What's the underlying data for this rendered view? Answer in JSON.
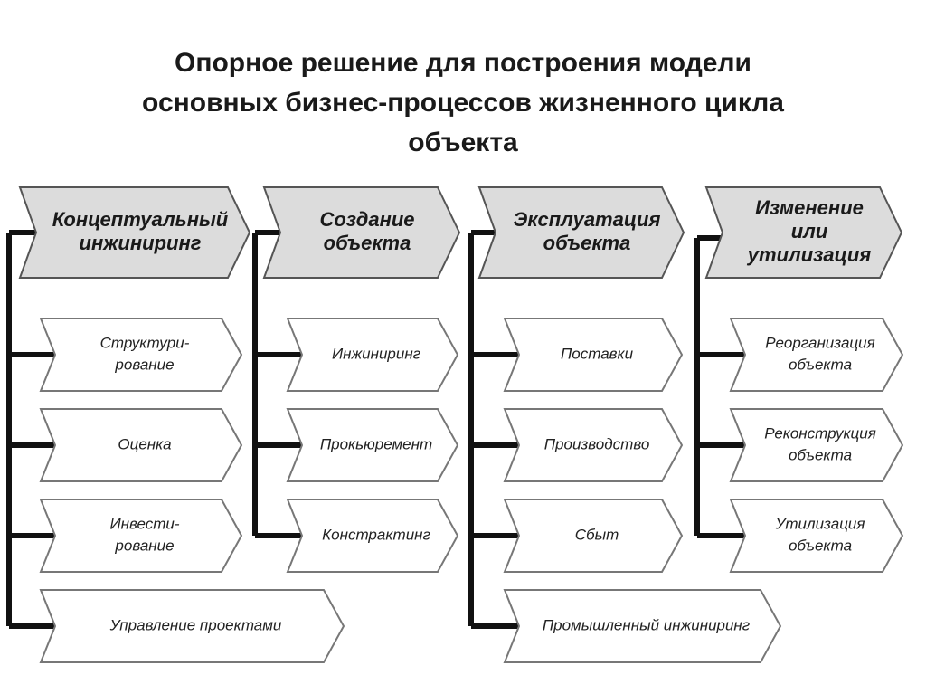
{
  "title": {
    "line1": "Опорное решение для построения модели",
    "line2": "основных бизнес-процессов жизненного цикла",
    "line3": "объекта"
  },
  "colors": {
    "header_fill": "#dcdcdc",
    "header_stroke": "#555555",
    "item_fill": "#ffffff",
    "item_stroke": "#777777",
    "connector": "#111111"
  },
  "columns": [
    {
      "header": [
        "Концептуальный",
        "инжиниринг"
      ],
      "items": [
        [
          "Структури-",
          "рование"
        ],
        [
          "Оценка"
        ],
        [
          "Инвести-",
          "рование"
        ],
        [
          "Управление проектами"
        ]
      ]
    },
    {
      "header": [
        "Создание",
        "объекта"
      ],
      "items": [
        [
          "Инжиниринг"
        ],
        [
          "Прокьюремент"
        ],
        [
          "Констрактинг"
        ]
      ]
    },
    {
      "header": [
        "Эксплуатация",
        "объекта"
      ],
      "items": [
        [
          "Поставки"
        ],
        [
          "Производство"
        ],
        [
          "Сбыт"
        ],
        [
          "Промышленный инжиниринг"
        ]
      ]
    },
    {
      "header": [
        "Изменение",
        "или",
        "утилизация"
      ],
      "items": [
        [
          "Реорганизация",
          "объекта"
        ],
        [
          "Реконструкция",
          "объекта"
        ],
        [
          "Утилизация",
          "объекта"
        ]
      ]
    }
  ]
}
